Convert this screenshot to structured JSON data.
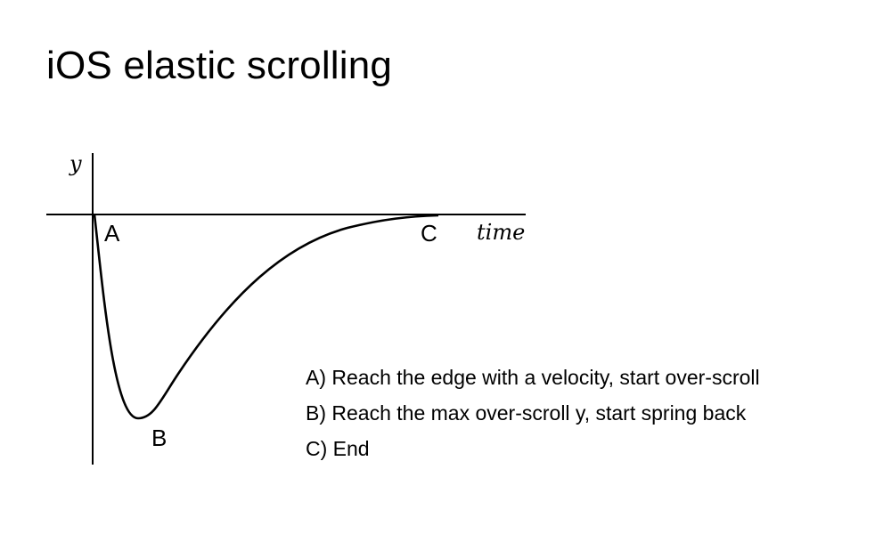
{
  "title": "iOS elastic scrolling",
  "diagram": {
    "axis_y_label": "y",
    "axis_x_label": "time",
    "points": {
      "a": "A",
      "b": "B",
      "c": "C"
    },
    "curve_color": "#000000"
  },
  "legend": [
    "A) Reach the edge with a velocity, start over-scroll",
    "B) Reach the max over-scroll y, start spring back",
    "C) End"
  ]
}
